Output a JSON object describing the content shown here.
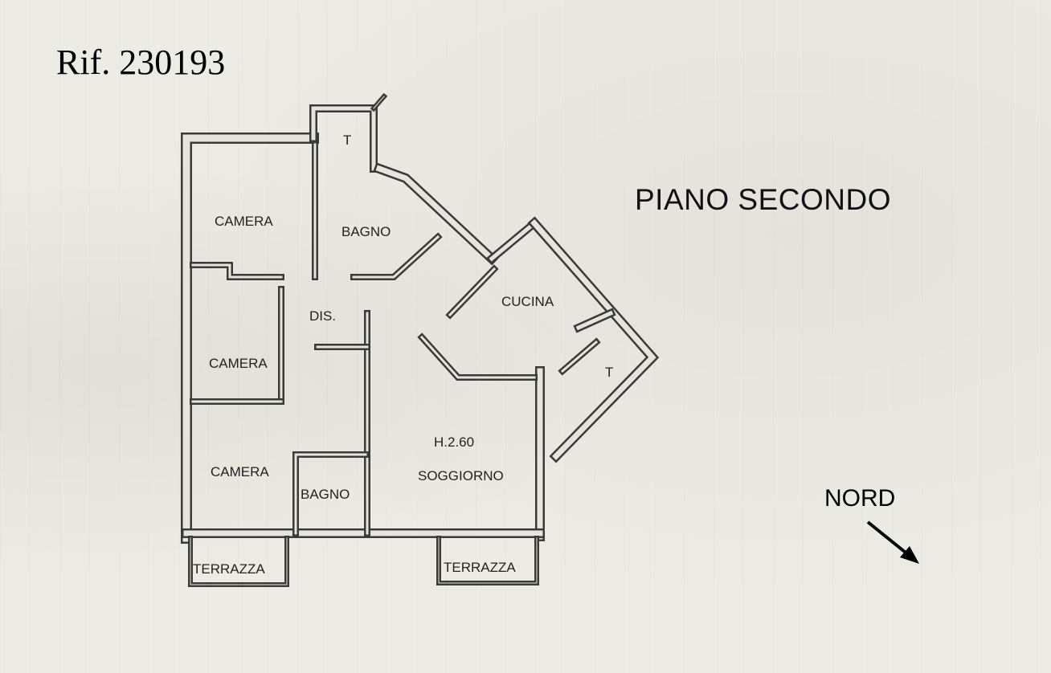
{
  "reference": "Rif. 230193",
  "floor_label": "PIANO SECONDO",
  "north_label": "NORD",
  "rooms": {
    "camera_1": "CAMERA",
    "bagno_1": "BAGNO",
    "t_1": "T",
    "dis": "DIS.",
    "camera_2": "CAMERA",
    "cucina": "CUCINA",
    "t_2": "T",
    "camera_3": "CAMERA",
    "bagno_2": "BAGNO",
    "height": "H.2.60",
    "soggiorno": "SOGGIORNO",
    "terrazza_1": "TERRAZZA",
    "terrazza_2": "TERRAZZA"
  }
}
